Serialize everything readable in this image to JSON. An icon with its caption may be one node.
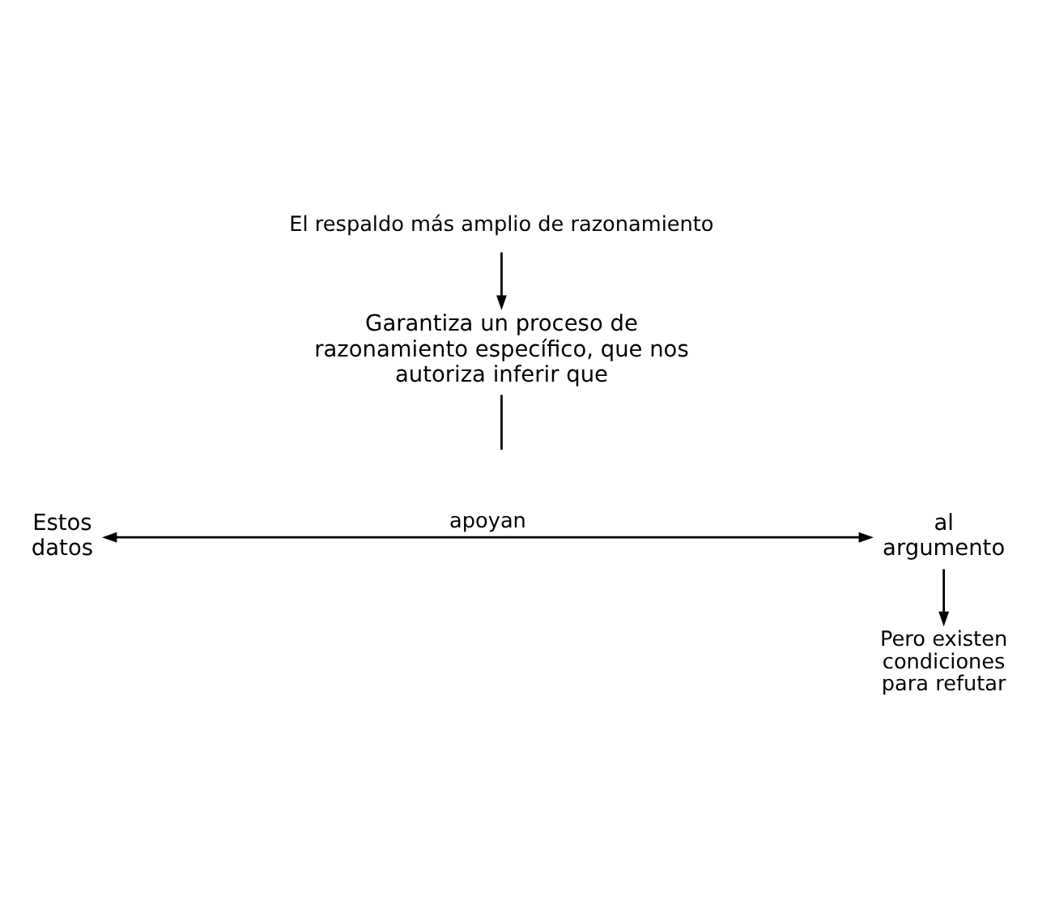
{
  "diagram": {
    "nodes": [
      {
        "text": [
          "El respaldo más amplio de razonamiento"
        ]
      },
      {
        "text": [
          "Garantiza un proceso de razonamiento específico, que nos autoriza inferir que"
        ]
      },
      {
        "text": [
          "Estos datos"
        ]
      },
      {
        "text": [
          "al argumento"
        ]
      },
      {
        "text": [
          "Pero existen condiciones para refutar"
        ]
      }
    ],
    "edges": [
      {
        "from": 0,
        "to": 1,
        "arrow": "to"
      },
      {
        "from": 1,
        "to": null,
        "arrow": "none"
      },
      {
        "from": 2,
        "to": 3,
        "arrow": "both",
        "label": "apoyan"
      },
      {
        "from": 3,
        "to": 4,
        "arrow": "to"
      }
    ]
  }
}
